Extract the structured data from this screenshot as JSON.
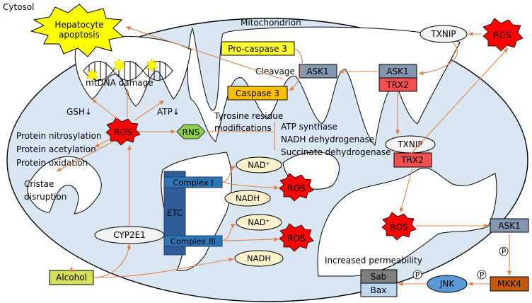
{
  "labels": {
    "cytosol": "Cytosol",
    "mitochondrion": "Mitochondrion",
    "apoptosis_line1": "Hepatocyte",
    "apoptosis_line2": "apoptosis",
    "mtdna_damage": "mtDNA damage",
    "gsh": "GSH↓",
    "atp": "ATP↓",
    "ros": "ROS",
    "rns": "RNS",
    "tyrosine_line1": "Tyrosine residue",
    "tyrosine_line2": "modifications",
    "atp_synthase": "ATP synthase",
    "nadh_dehydrogenase": "NADH dehydrogenase",
    "succinate_dehydrogenase": "Succinate dehydrogenase",
    "protein_nitrosylation": "Protein nitrosylation",
    "protein_acetylation": "Protein acetylation",
    "protein_oxidation": "Protein oxidation",
    "cristae_line1": "Cristae",
    "cristae_line2": "disruption",
    "cyp2e1": "CYP2E1",
    "alcohol": "Alcohol",
    "etc": "ETC",
    "complex1": "Complex I",
    "complex3": "Complex III",
    "nad": "NAD⁺",
    "nadh": "NADH",
    "pro_caspase3": "Pro-caspase 3",
    "caspase3": "Caspase 3",
    "cleavage": "Cleavage",
    "ask1": "ASK1",
    "trx2": "TRX2",
    "txnip": "TXNIP",
    "increased_permeability": "Increased permeability",
    "sab": "Sab",
    "bax": "Bax",
    "jnk": "JNK",
    "mkk4": "MKK4",
    "p": "P"
  },
  "colors": {
    "mito_fill": "#dbe6f3",
    "connector": "#e0824a",
    "ros_red": "#ff0000",
    "rns_green": "#8ccf4d",
    "yellow_box": "#ffff33",
    "caspase_orange": "#ffc000",
    "ask1_gray": "#8496b0",
    "trx2_red": "#f05050",
    "etc_blue": "#2e5d9a",
    "etc_dark": "#1f3f6b",
    "nad_cream": "#fff2cc",
    "alcohol_green": "#d4e157",
    "sab_gray": "#7f7f7f",
    "bax_blue": "#bdd7ee",
    "jnk_blue": "#5b9bd5",
    "mkk4_orange": "#c55a11",
    "burst_yellow": "#ffff00"
  }
}
